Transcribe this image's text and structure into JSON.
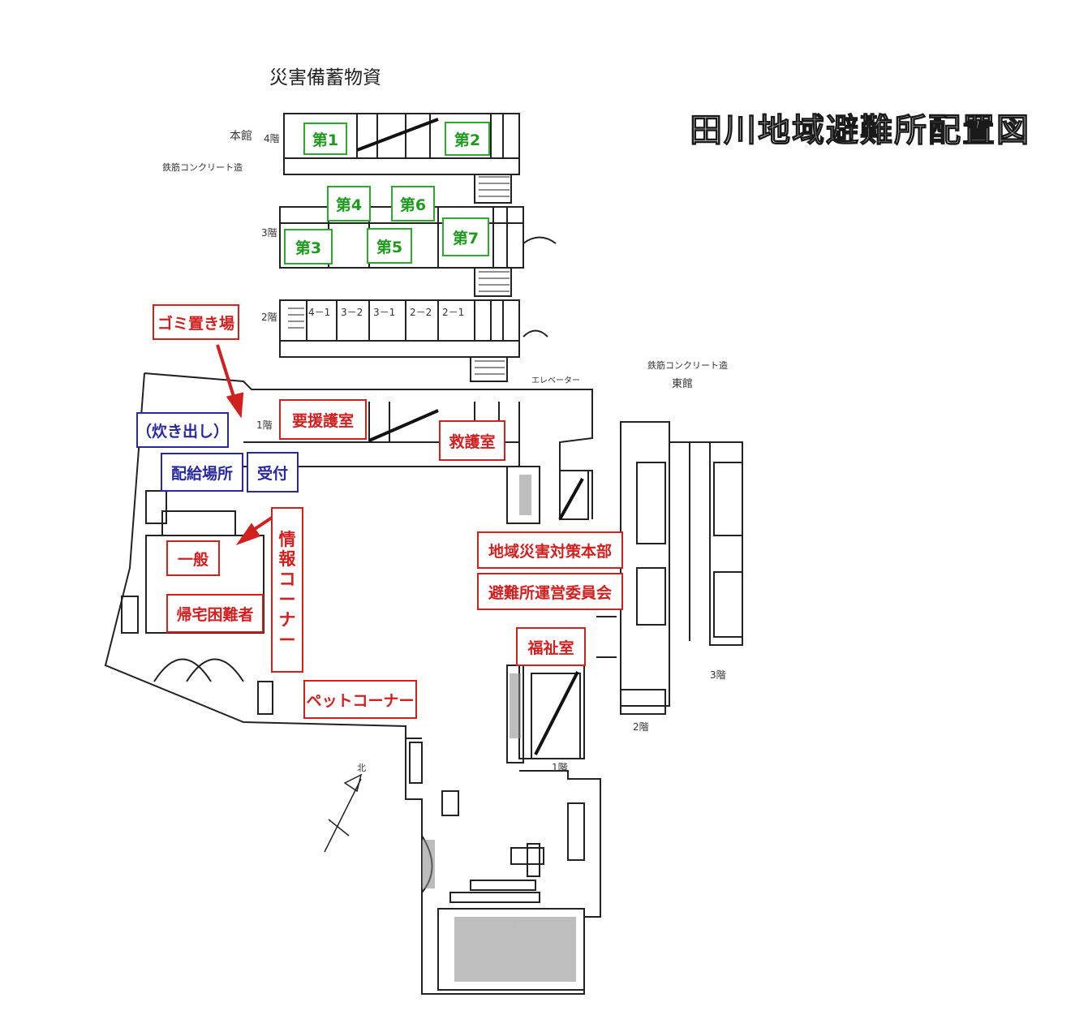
{
  "title": "田川地域避難所配置図",
  "scan_labels": {
    "stockpile": "災害備蓄物資",
    "honkan": "本館",
    "fl4": "4階",
    "construction_main": "鉄筋コンクリート造",
    "fl3": "3階",
    "fl2": "2階",
    "fl1": "1階",
    "construction_east": "鉄筋コンクリート造",
    "east_wing": "東館",
    "elevator": "エレベーター",
    "room_4_1": "4－1",
    "room_3_2": "3－2",
    "room_3_1": "3－1",
    "room_2_2": "2－2",
    "room_2_1": "2－1",
    "east_2f": "2階",
    "east_3f": "3階",
    "east_1f": "1階",
    "north": "北"
  },
  "green_rooms": [
    "第1",
    "第2",
    "第3",
    "第4",
    "第5",
    "第6",
    "第7"
  ],
  "red_labels": {
    "garbage": "ゴミ置き場",
    "care_room": "要援護室",
    "first_aid": "救護室",
    "hq": "地域災害対策本部",
    "committee": "避難所運営委員会",
    "welfare": "福祉室",
    "general": "一般",
    "stranded": "帰宅困難者",
    "info_corner": [
      "情",
      "報",
      "コ",
      "ー",
      "ナ",
      "ー"
    ],
    "pet_corner": "ペットコーナー"
  },
  "blue_labels": {
    "cooking": "（炊き出し）",
    "distribution": "配給場所",
    "reception": "受付"
  },
  "colors": {
    "green": "#2fa82f",
    "red": "#d21f1f",
    "blue": "#2a2aa0",
    "line": "#222222"
  }
}
